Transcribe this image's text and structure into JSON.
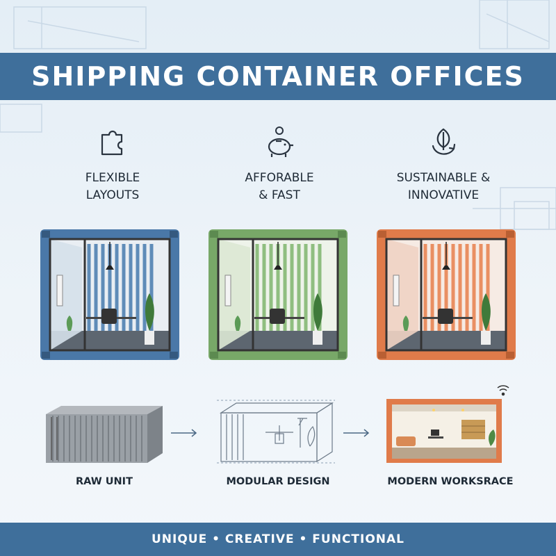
{
  "title": "SHIPPING CONTAINER OFFICES",
  "features": [
    {
      "label": "FLEXIBLE\nLAYOUTS",
      "icon": "puzzle-icon",
      "color": "#3f6f9b"
    },
    {
      "label": "AFFORABLE\n& FAST",
      "icon": "piggy-bank-icon",
      "color": "#6a9e5c"
    },
    {
      "label": "SUSTAINABLE &\nINNOVATIVE",
      "icon": "leaf-recycle-icon",
      "color": "#e07b4a"
    }
  ],
  "process": [
    {
      "label": "RAW UNIT",
      "icon": "raw-container-icon"
    },
    {
      "label": "MODULAR DESIGN",
      "icon": "blueprint-container-icon"
    },
    {
      "label": "MODERN WORKSRACE",
      "icon": "finished-office-icon"
    }
  ],
  "footer": "UNIQUE • CREATIVE • FUNCTIONAL",
  "colors": {
    "band": "#3f6f9b",
    "blue": "#4a78a8",
    "green": "#78a868",
    "orange": "#e07b4a"
  }
}
